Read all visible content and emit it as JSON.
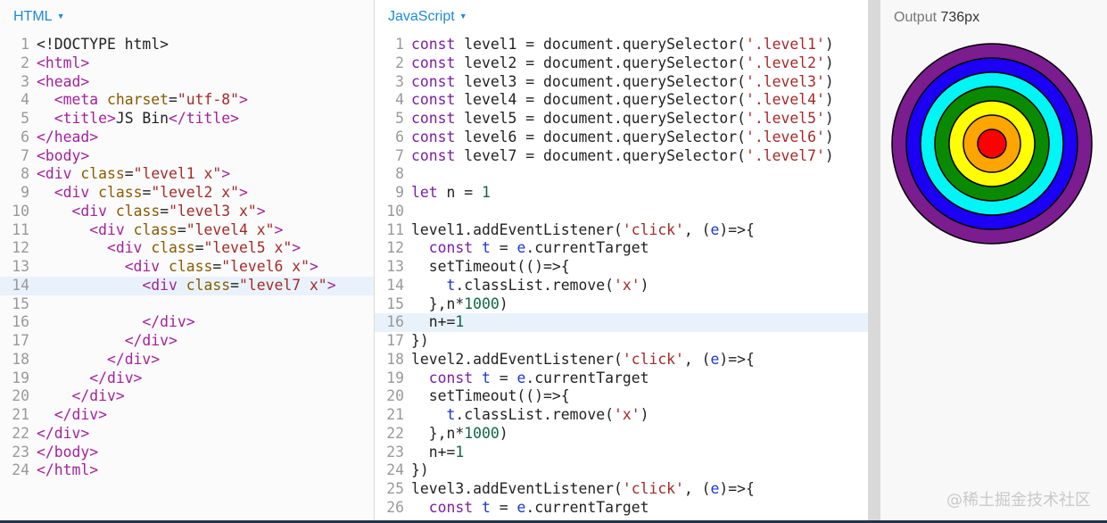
{
  "html_panel": {
    "title": "HTML",
    "lines": [
      {
        "n": "1",
        "html": "&lt;!DOCTYPE html&gt;"
      },
      {
        "n": "2",
        "html": "<span class='tag'>&lt;html&gt;</span>"
      },
      {
        "n": "3",
        "html": "<span class='tag'>&lt;head&gt;</span>"
      },
      {
        "n": "4",
        "html": "  <span class='tag'>&lt;meta</span> <span class='attr'>charset</span>=<span class='str'>\"utf-8\"</span><span class='tag'>&gt;</span>"
      },
      {
        "n": "5",
        "html": "  <span class='tag'>&lt;title&gt;</span>JS Bin<span class='tag'>&lt;/title&gt;</span>"
      },
      {
        "n": "6",
        "html": "<span class='tag'>&lt;/head&gt;</span>"
      },
      {
        "n": "7",
        "html": "<span class='tag'>&lt;body&gt;</span>"
      },
      {
        "n": "8",
        "html": "<span class='tag'>&lt;div</span> <span class='attr'>class</span>=<span class='str'>\"level1 x\"</span><span class='tag'>&gt;</span>"
      },
      {
        "n": "9",
        "html": "  <span class='tag'>&lt;div</span> <span class='attr'>class</span>=<span class='str'>\"level2 x\"</span><span class='tag'>&gt;</span>"
      },
      {
        "n": "10",
        "html": "    <span class='tag'>&lt;div</span> <span class='attr'>class</span>=<span class='str'>\"level3 x\"</span><span class='tag'>&gt;</span>"
      },
      {
        "n": "11",
        "html": "      <span class='tag'>&lt;div</span> <span class='attr'>class</span>=<span class='str'>\"level4 x\"</span><span class='tag'>&gt;</span>"
      },
      {
        "n": "12",
        "html": "        <span class='tag'>&lt;div</span> <span class='attr'>class</span>=<span class='str'>\"level5 x\"</span><span class='tag'>&gt;</span>"
      },
      {
        "n": "13",
        "html": "          <span class='tag'>&lt;div</span> <span class='attr'>class</span>=<span class='str'>\"level6 x\"</span><span class='tag'>&gt;</span>"
      },
      {
        "n": "14",
        "html": "            <span class='tag'>&lt;div</span> <span class='attr'>class</span>=<span class='str'>\"level7 x\"</span><span class='tag'>&gt;</span>",
        "active": true
      },
      {
        "n": "15",
        "html": ""
      },
      {
        "n": "16",
        "html": "            <span class='tag'>&lt;/div&gt;</span>"
      },
      {
        "n": "17",
        "html": "          <span class='tag'>&lt;/div&gt;</span>"
      },
      {
        "n": "18",
        "html": "        <span class='tag'>&lt;/div&gt;</span>"
      },
      {
        "n": "19",
        "html": "      <span class='tag'>&lt;/div&gt;</span>"
      },
      {
        "n": "20",
        "html": "    <span class='tag'>&lt;/div&gt;</span>"
      },
      {
        "n": "21",
        "html": "  <span class='tag'>&lt;/div&gt;</span>"
      },
      {
        "n": "22",
        "html": "<span class='tag'>&lt;/div&gt;</span>"
      },
      {
        "n": "23",
        "html": "<span class='tag'>&lt;/body&gt;</span>"
      },
      {
        "n": "24",
        "html": "<span class='tag'>&lt;/html&gt;</span>"
      }
    ]
  },
  "js_panel": {
    "title": "JavaScript",
    "lines": [
      {
        "n": "1",
        "html": "<span class='kw'>const</span> level1 = document.querySelector(<span class='str'>'.level1'</span>)"
      },
      {
        "n": "2",
        "html": "<span class='kw'>const</span> level2 = document.querySelector(<span class='str'>'.level2'</span>)"
      },
      {
        "n": "3",
        "html": "<span class='kw'>const</span> level3 = document.querySelector(<span class='str'>'.level3'</span>)"
      },
      {
        "n": "4",
        "html": "<span class='kw'>const</span> level4 = document.querySelector(<span class='str'>'.level4'</span>)"
      },
      {
        "n": "5",
        "html": "<span class='kw'>const</span> level5 = document.querySelector(<span class='str'>'.level5'</span>)"
      },
      {
        "n": "6",
        "html": "<span class='kw'>const</span> level6 = document.querySelector(<span class='str'>'.level6'</span>)"
      },
      {
        "n": "7",
        "html": "<span class='kw'>const</span> level7 = document.querySelector(<span class='str'>'.level7'</span>)"
      },
      {
        "n": "8",
        "html": ""
      },
      {
        "n": "9",
        "html": "<span class='kw'>let</span> n = <span class='num'>1</span>"
      },
      {
        "n": "10",
        "html": ""
      },
      {
        "n": "11",
        "html": "level1.addEventListener(<span class='str'>'click'</span>, (<span class='var'>e</span>)=>{"
      },
      {
        "n": "12",
        "html": "  <span class='kw'>const</span> <span class='var'>t</span> = <span class='var'>e</span>.currentTarget"
      },
      {
        "n": "13",
        "html": "  setTimeout(()=>{"
      },
      {
        "n": "14",
        "html": "    <span class='var'>t</span>.classList.remove(<span class='str'>'x'</span>)"
      },
      {
        "n": "15",
        "html": "  },n*<span class='num'>1000</span>)"
      },
      {
        "n": "16",
        "html": "  n+=<span class='num'>1</span>",
        "active": true
      },
      {
        "n": "17",
        "html": "})"
      },
      {
        "n": "18",
        "html": "level2.addEventListener(<span class='str'>'click'</span>, (<span class='var'>e</span>)=>{"
      },
      {
        "n": "19",
        "html": "  <span class='kw'>const</span> <span class='var'>t</span> = <span class='var'>e</span>.currentTarget"
      },
      {
        "n": "20",
        "html": "  setTimeout(()=>{"
      },
      {
        "n": "21",
        "html": "    <span class='var'>t</span>.classList.remove(<span class='str'>'x'</span>)"
      },
      {
        "n": "22",
        "html": "  },n*<span class='num'>1000</span>)"
      },
      {
        "n": "23",
        "html": "  n+=<span class='num'>1</span>"
      },
      {
        "n": "24",
        "html": "})"
      },
      {
        "n": "25",
        "html": "level3.addEventListener(<span class='str'>'click'</span>, (<span class='var'>e</span>)=>{"
      },
      {
        "n": "26",
        "html": "  <span class='kw'>const</span> <span class='var'>t</span> = <span class='var'>e</span>.currentTarget"
      }
    ]
  },
  "output_panel": {
    "title": "Output",
    "width_label": "736px",
    "ring_colors": [
      "#7b1c8f",
      "#1b00f5",
      "#00f5f5",
      "#0a8a00",
      "#ffff00",
      "#ffa500",
      "#ff0000"
    ]
  },
  "watermark": "@稀土掘金技术社区"
}
